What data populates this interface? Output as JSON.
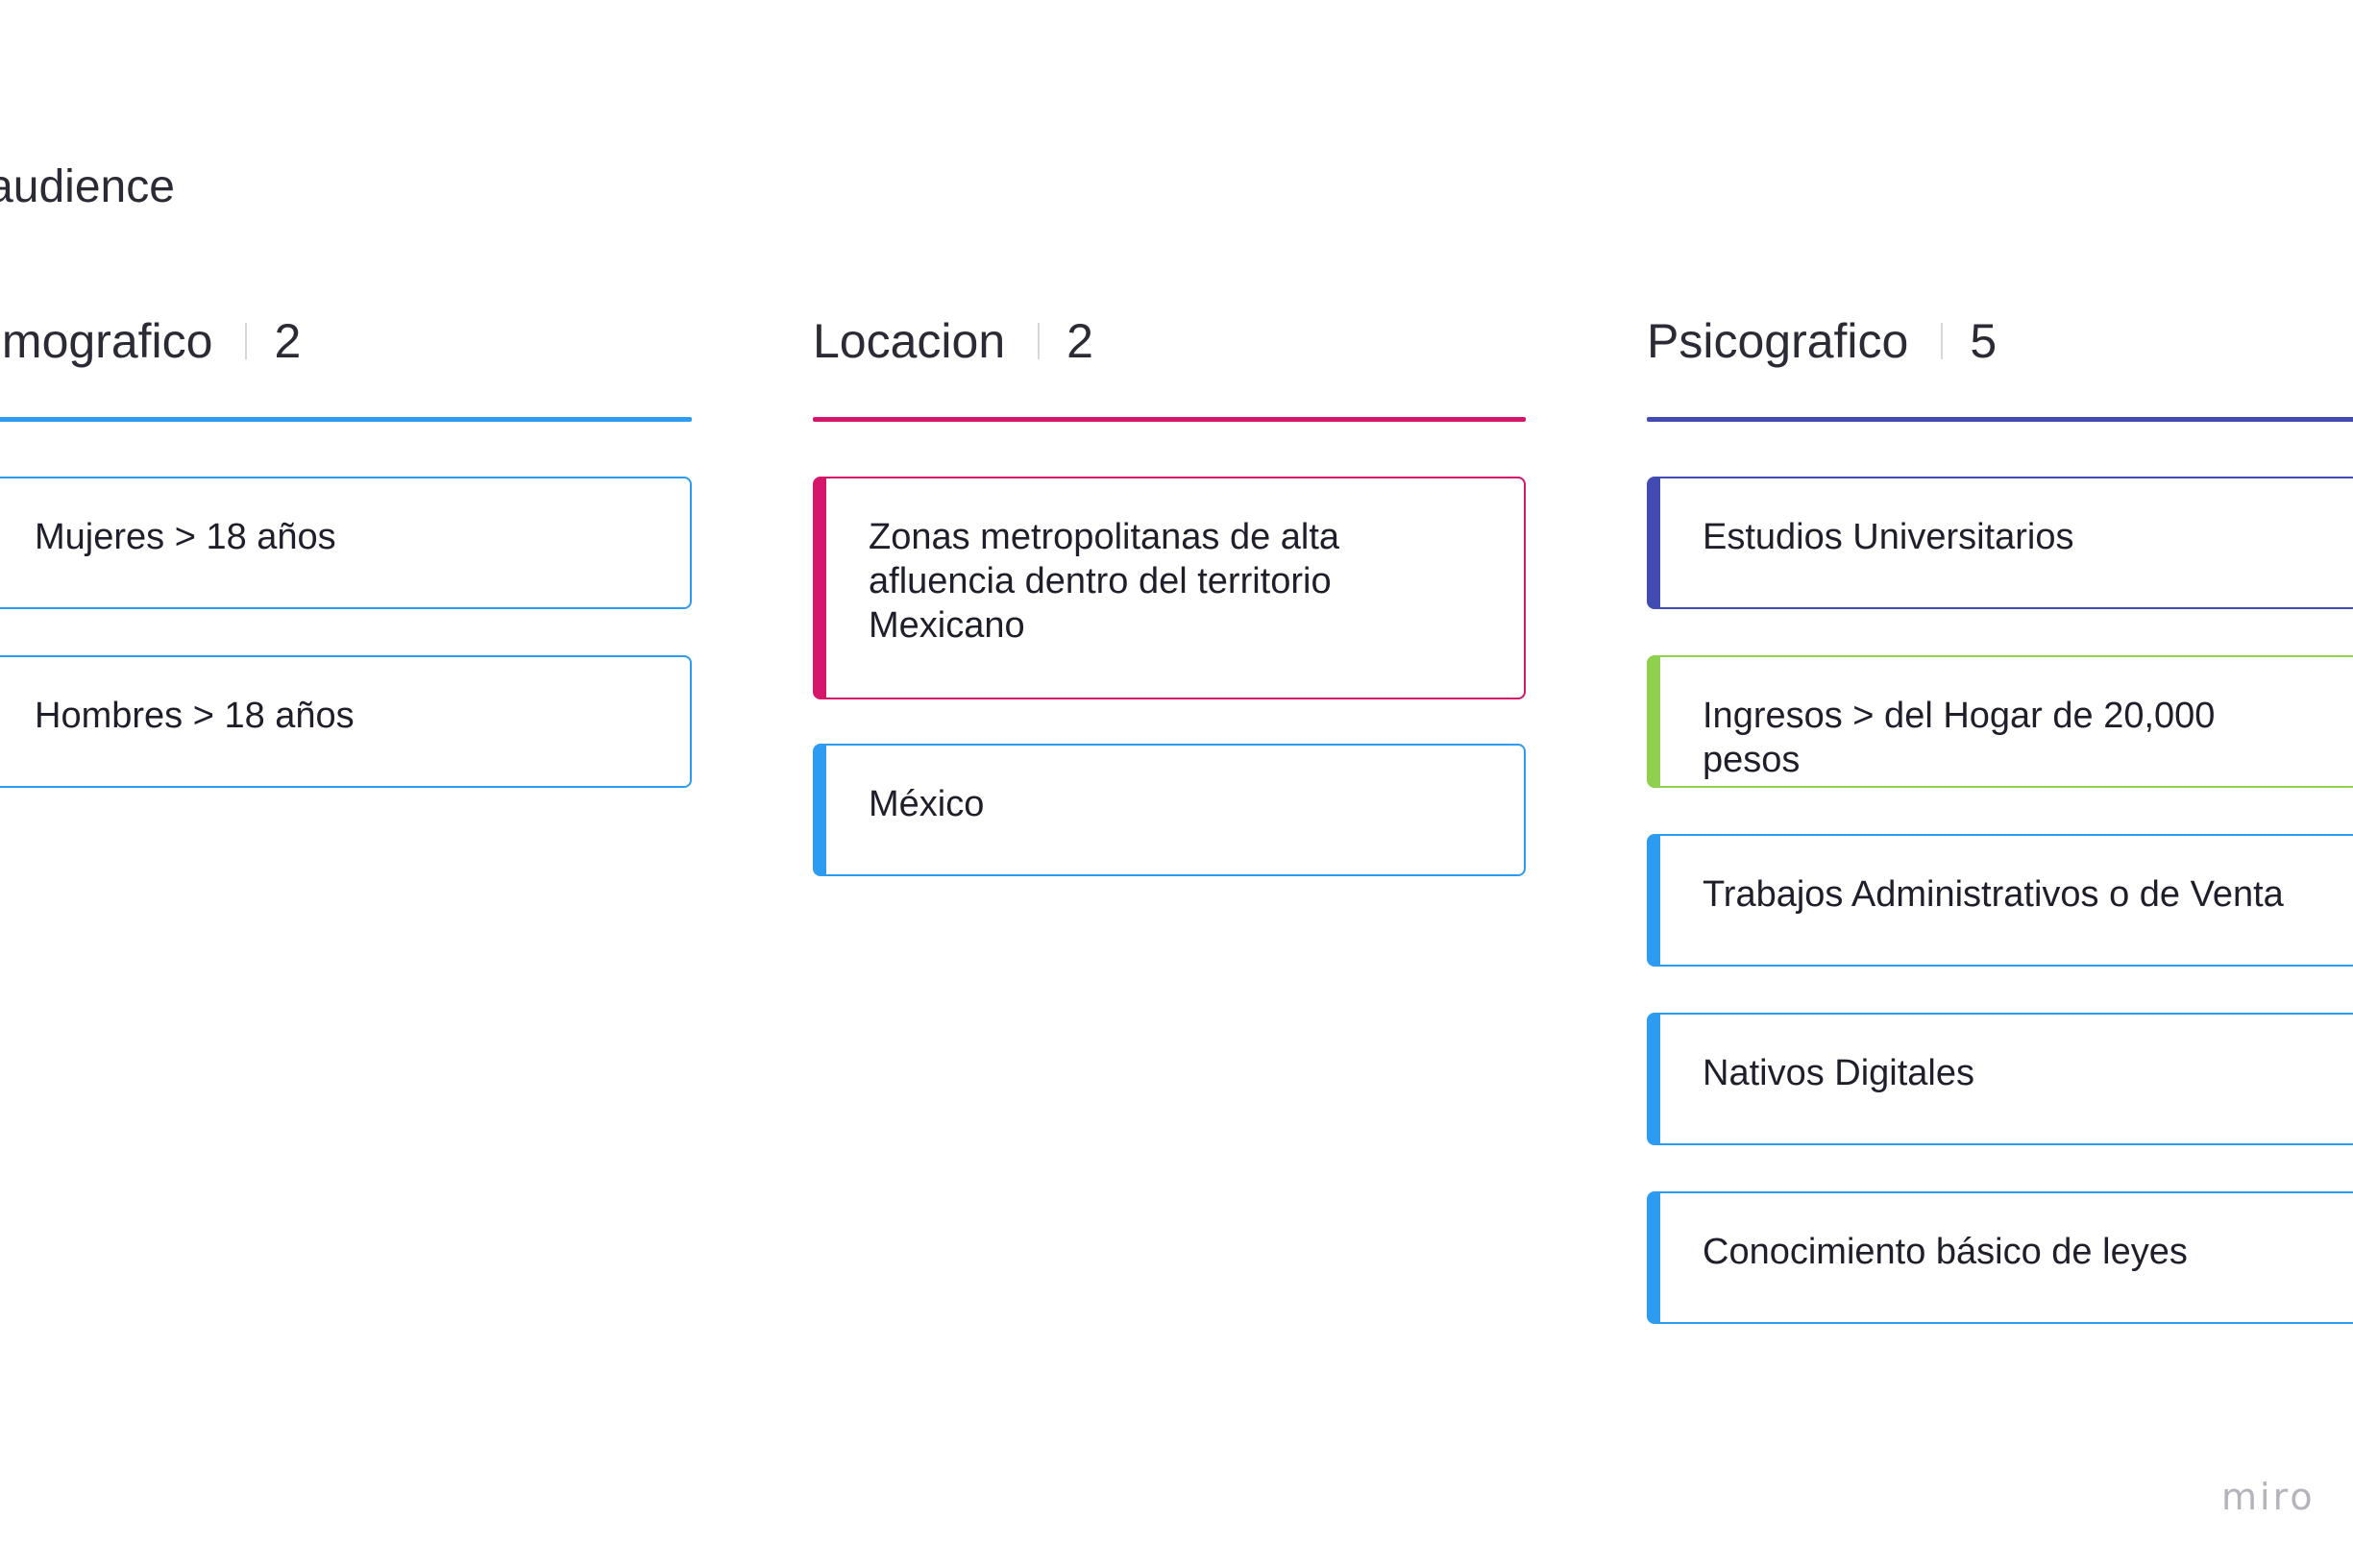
{
  "board": {
    "title": "get audience"
  },
  "colors": {
    "blue": "#2d9bf0",
    "magenta": "#d6166b",
    "indigo": "#414bb2",
    "green": "#8fd14f",
    "text": "#1f1f2b"
  },
  "columns": [
    {
      "title": "Demografico",
      "count": "2",
      "color": "#2d9bf0",
      "cards": [
        {
          "text": "Mujeres > 18 años",
          "color": "#2d9bf0"
        },
        {
          "text": "Hombres > 18 años",
          "color": "#2d9bf0"
        }
      ]
    },
    {
      "title": "Locacion",
      "count": "2",
      "color": "#d6166b",
      "cards": [
        {
          "text": "Zonas metropolitanas de alta afluencia dentro del territorio Mexicano",
          "color": "#d6166b"
        },
        {
          "text": "México",
          "color": "#2d9bf0"
        }
      ]
    },
    {
      "title": "Psicografico",
      "count": "5",
      "color": "#414bb2",
      "cards": [
        {
          "text": "Estudios Universitarios",
          "color": "#414bb2"
        },
        {
          "text": "Ingresos > del Hogar de 20,000 pesos",
          "color": "#8fd14f"
        },
        {
          "text": "Trabajos Administrativos o de Venta",
          "color": "#2d9bf0"
        },
        {
          "text": "Nativos Digitales",
          "color": "#2d9bf0"
        },
        {
          "text": "Conocimiento básico de leyes",
          "color": "#2d9bf0"
        }
      ]
    }
  ],
  "watermark": "miro"
}
